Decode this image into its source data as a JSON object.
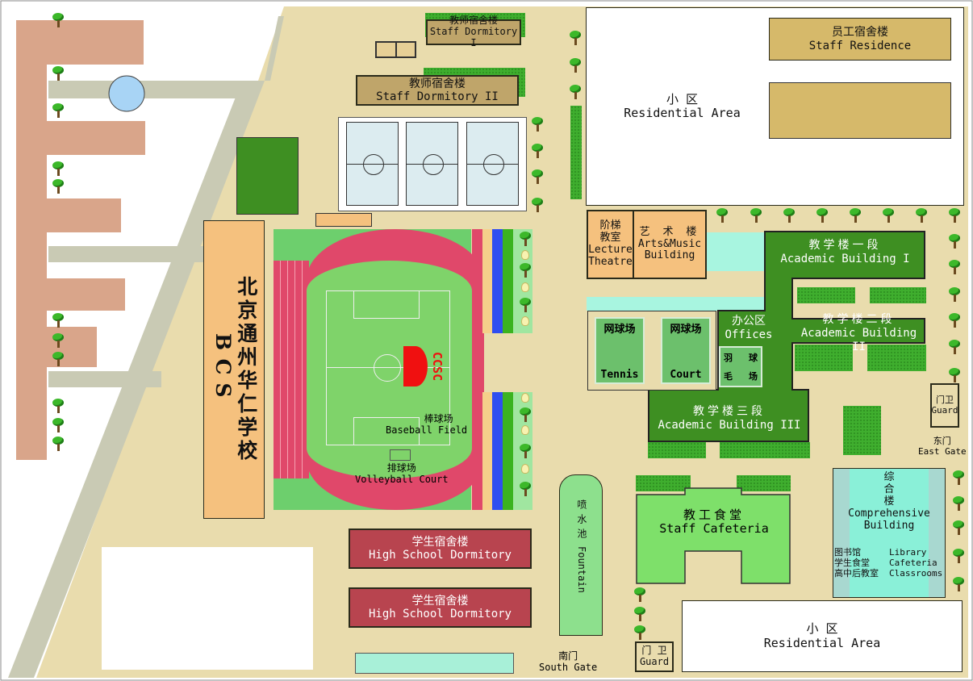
{
  "colors": {
    "ground": "#e9dcad",
    "school_building": "#d9a58a",
    "road": "#c9cab4",
    "academic": "#3e8f22",
    "dormitory": "#b8444f",
    "staff_dorm": "#bfa56a",
    "orange_bld": "#f5c17e",
    "track": "#e0486a",
    "residence": "#d6b96a",
    "aqua": "#a8f5e0"
  },
  "left_school": {
    "name_cn": "北京通州华仁学校",
    "name_en": "BCS"
  },
  "staff_dorm_1": {
    "cn": "教师宿舍楼",
    "en": "Staff Dormitory I"
  },
  "staff_dorm_2": {
    "cn": "教师宿舍楼",
    "en": "Staff Dormitory II"
  },
  "staff_residence": {
    "cn": "员工宿舍楼",
    "en": "Staff Residence"
  },
  "residential_top": {
    "cn": "小 区",
    "en": "Residential Area"
  },
  "residential_bottom": {
    "cn": "小 区",
    "en": "Residential Area"
  },
  "lecture": {
    "cn1": "阶梯",
    "cn2": "教室",
    "en1": "Lecture",
    "en2": "Theatre"
  },
  "arts": {
    "cn": "艺 术 楼",
    "en1": "Arts&Music",
    "en2": "Building"
  },
  "academic_1": {
    "cn": "教学楼一段",
    "en": "Academic Building I"
  },
  "academic_2": {
    "cn": "教学楼二段",
    "en": "Academic Building II"
  },
  "academic_3": {
    "cn": "教学楼三段",
    "en": "Academic Building III"
  },
  "offices": {
    "cn": "办公区",
    "en": "Offices"
  },
  "tennis": {
    "cn": "网球场",
    "en1": "Tennis",
    "en2": "Court"
  },
  "badminton": {
    "c1": "羽",
    "c2": "球",
    "c3": "毛",
    "c4": "场"
  },
  "guard_east": {
    "cn": "门卫",
    "en": "Guard"
  },
  "east_gate": {
    "cn": "东门",
    "en": "East Gate"
  },
  "comprehensive": {
    "cn1": "综",
    "cn2": "合",
    "cn3": "楼",
    "en1": "Comprehensive",
    "en2": "Building",
    "rows": [
      [
        "图书馆",
        "Library"
      ],
      [
        "学生食堂",
        "Cafeteria"
      ],
      [
        "高中后教室",
        "Classrooms"
      ]
    ]
  },
  "cafeteria": {
    "cn": "教工食堂",
    "en": "Staff Cafeteria"
  },
  "fountain": {
    "cn": "喷水池",
    "en": "Fountain"
  },
  "hs_dorm_1": {
    "cn": "学生宿舍楼",
    "en": "High School Dormitory"
  },
  "hs_dorm_2": {
    "cn": "学生宿舍楼",
    "en": "High School Dormitory"
  },
  "south_gate": {
    "cn": "南门",
    "en": "South Gate"
  },
  "guard_south": {
    "cn": "门 卫",
    "en": "Guard"
  },
  "field": {
    "baseball_cn": "棒球场",
    "baseball_en": "Baseball Field",
    "volleyball_cn": "排球场",
    "volleyball_en": "Volleyball Court",
    "logo_text": "CCSC"
  }
}
